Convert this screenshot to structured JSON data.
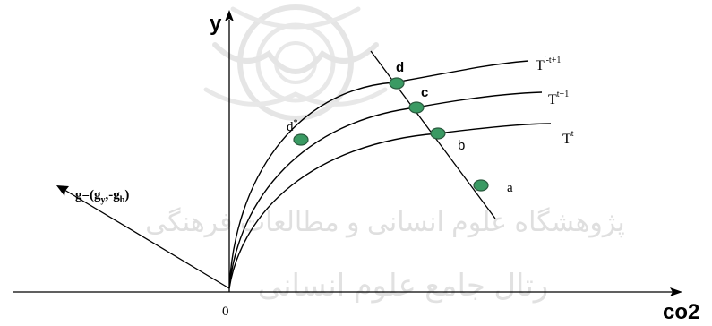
{
  "axes": {
    "y_label": "y",
    "x_label": "co2",
    "origin_label": "0"
  },
  "vector": {
    "label": "g=(g",
    "sub_y": "y",
    "middle": ",-g",
    "sub_b": "b",
    "close": ")"
  },
  "curves": [
    {
      "id": "t-prime-next",
      "base": "T",
      "superscript": "'-t+1"
    },
    {
      "id": "t-next",
      "base": "T",
      "superscript": "t+1"
    },
    {
      "id": "t-current",
      "base": "T",
      "superscript": "t"
    }
  ],
  "points": [
    {
      "id": "d",
      "label": "d"
    },
    {
      "id": "c",
      "label": "c"
    },
    {
      "id": "b",
      "label": "b"
    },
    {
      "id": "a",
      "label": "a"
    },
    {
      "id": "d-star",
      "label": "d",
      "superscript": "*"
    }
  ],
  "watermark": {
    "line1": "پژوهشگاه علوم انسانی و مطالعات فرهنگی",
    "line2": "رتال جامع علوم انسانی"
  },
  "colors": {
    "point_fill": "#3a9a63",
    "point_stroke": "#2a5a3e",
    "watermark": "#d9d9d9",
    "ink": "#000000"
  }
}
